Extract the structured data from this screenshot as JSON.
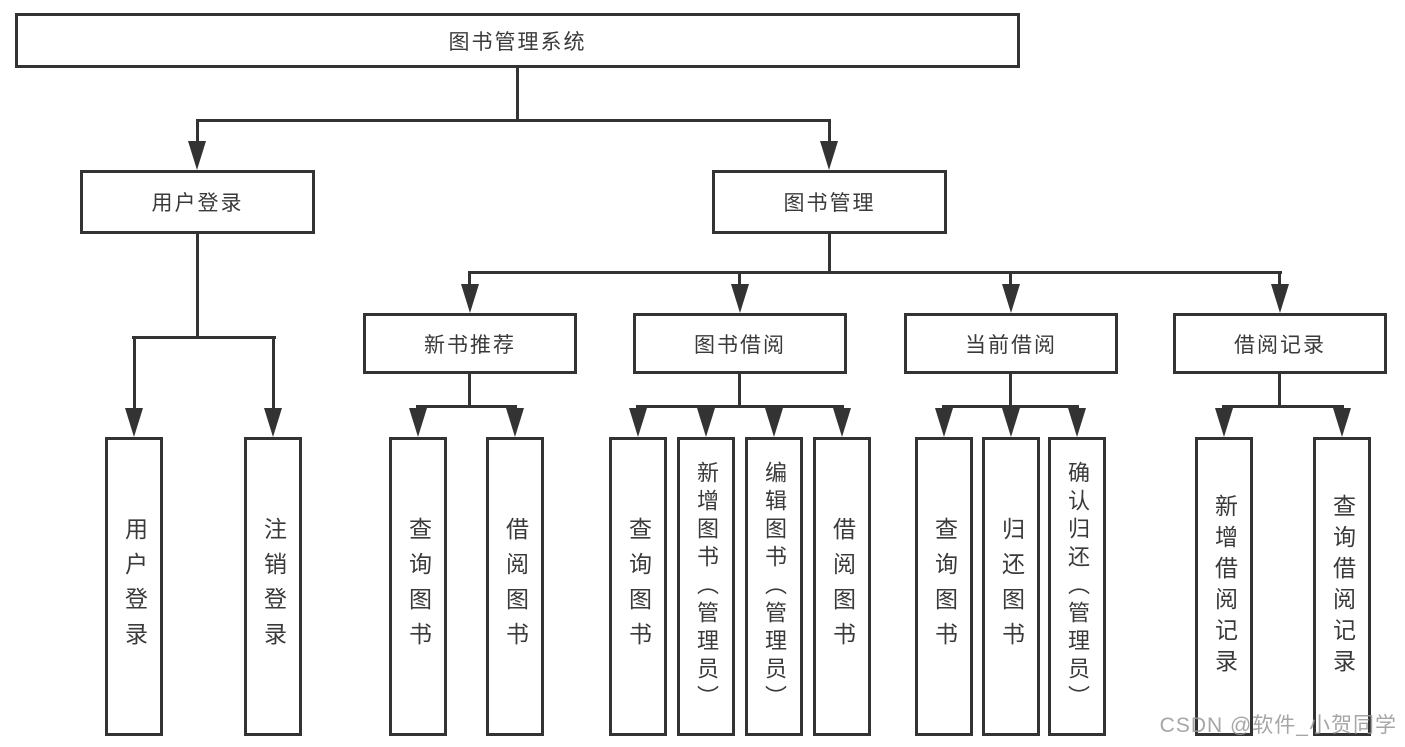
{
  "tree": {
    "root": {
      "label": "图书管理系统"
    },
    "level2": [
      {
        "label": "用户登录"
      },
      {
        "label": "图书管理"
      }
    ],
    "level3": [
      {
        "label": "新书推荐"
      },
      {
        "label": "图书借阅"
      },
      {
        "label": "当前借阅"
      },
      {
        "label": "借阅记录"
      }
    ],
    "leaves": [
      {
        "label": "用户登录"
      },
      {
        "label": "注销登录"
      },
      {
        "label": "查询图书"
      },
      {
        "label": "借阅图书"
      },
      {
        "label": "查询图书"
      },
      {
        "label": "新增图书（管理员）"
      },
      {
        "label": "编辑图书（管理员）"
      },
      {
        "label": "借阅图书"
      },
      {
        "label": "查询图书"
      },
      {
        "label": "归还图书"
      },
      {
        "label": "确认归还（管理员）"
      },
      {
        "label": "新增借阅记录"
      },
      {
        "label": "查询借阅记录"
      }
    ]
  },
  "watermark": {
    "text": "CSDN @软件_小贺同学"
  },
  "colors": {
    "line": "#333333",
    "text": "#3a3a3a",
    "box_background": "#ffffff",
    "watermark": "#969696"
  }
}
